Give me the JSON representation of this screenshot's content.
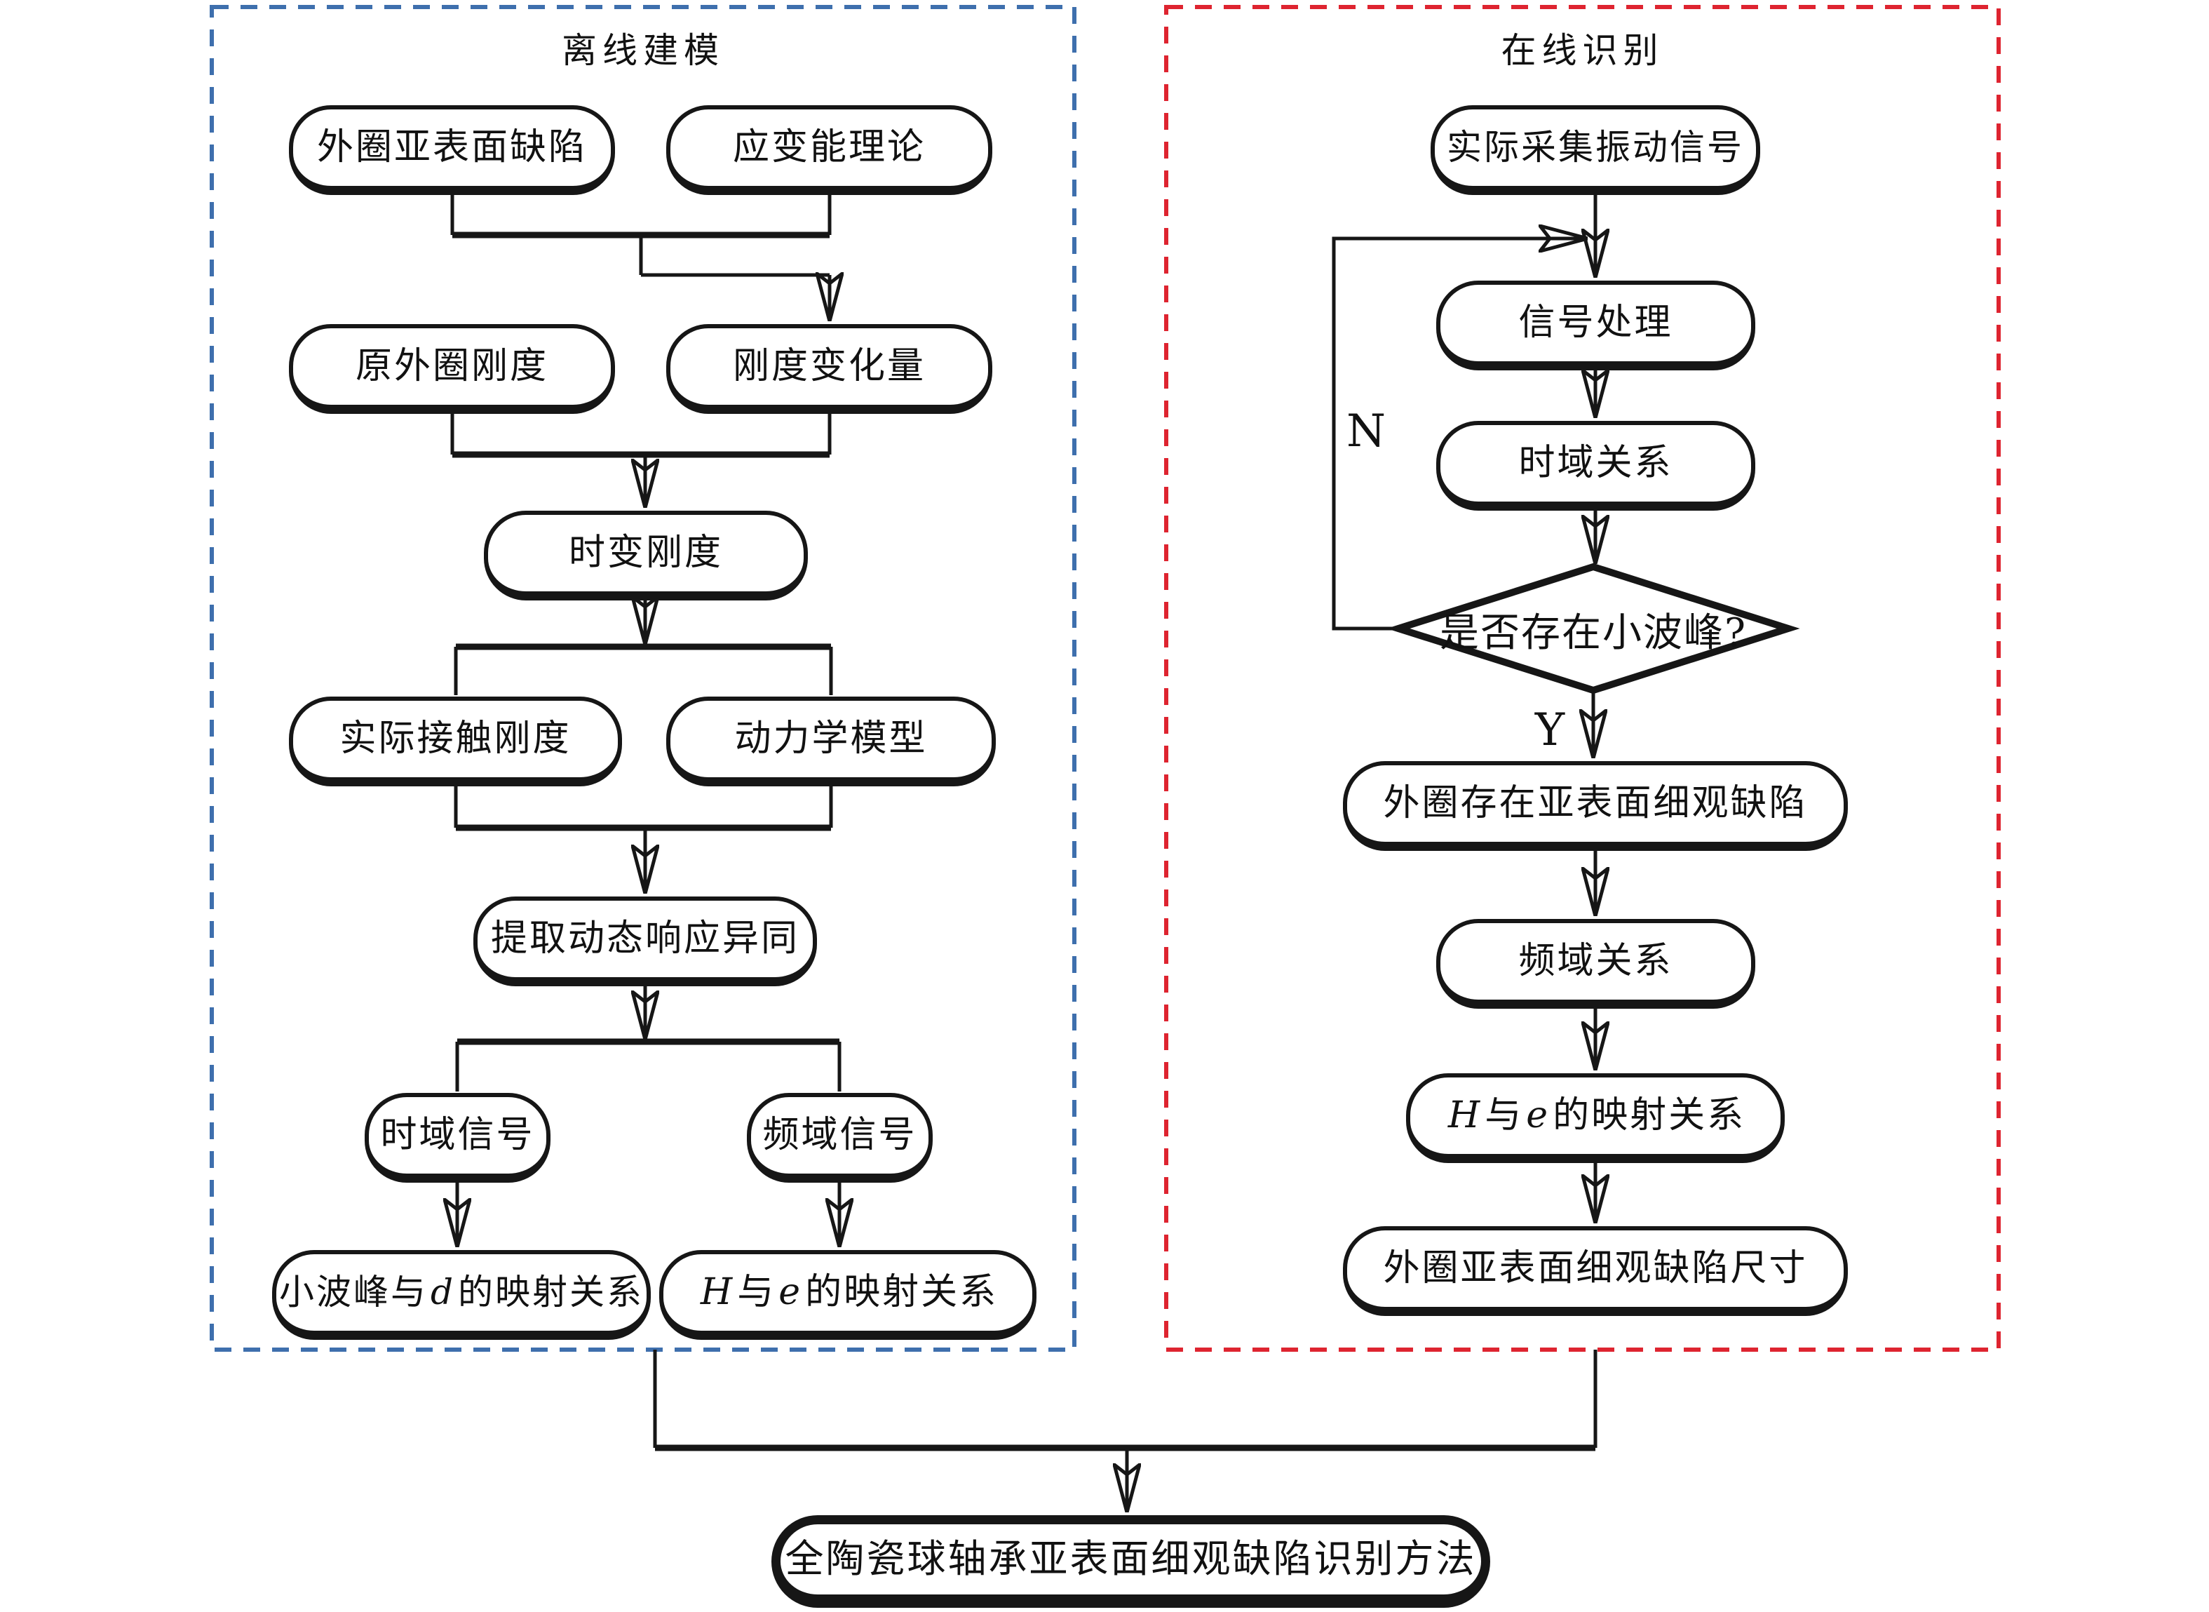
{
  "panels": {
    "offline": {
      "title": "离线建模",
      "border_color": "#3E6FAD"
    },
    "online": {
      "title": "在线识别",
      "border_color": "#DE2430"
    }
  },
  "colors": {
    "line": "#161616",
    "background": "#ffffff"
  },
  "nodes": {
    "outer_ring_subsurface_defect": "外圈亚表面缺陷",
    "strain_energy_theory": "应变能理论",
    "original_outer_ring_stiffness": "原外圈刚度",
    "stiffness_variation": "刚度变化量",
    "time_varying_stiffness": "时变刚度",
    "actual_contact_stiffness": "实际接触刚度",
    "dynamics_model": "动力学模型",
    "extract_dynamic_response_difference": "提取动态响应异同",
    "time_domain_signal": "时域信号",
    "frequency_domain_signal": "频域信号",
    "wavelet_peak_d_mapping_html": "小波峰与 <i>d</i> 的映射关系",
    "h_e_mapping_html": "<i>H</i> 与 <i>e</i> 的映射关系",
    "collected_vibration_signal": "实际采集振动信号",
    "signal_processing": "信号处理",
    "time_domain_relation": "时域关系",
    "decision_small_wave_peak": "是否存在小波峰?",
    "outer_ring_has_subsurface_defect": "外圈存在亚表面细观缺陷",
    "frequency_domain_relation": "频域关系",
    "h_e_mapping_online_html": "<i>H</i> 与 <i>e</i> 的映射关系",
    "subsurface_defect_size": "外圈亚表面细观缺陷尺寸",
    "final_method": "全陶瓷球轴承亚表面细观缺陷识别方法"
  },
  "labels": {
    "no": "N",
    "yes": "Y"
  }
}
